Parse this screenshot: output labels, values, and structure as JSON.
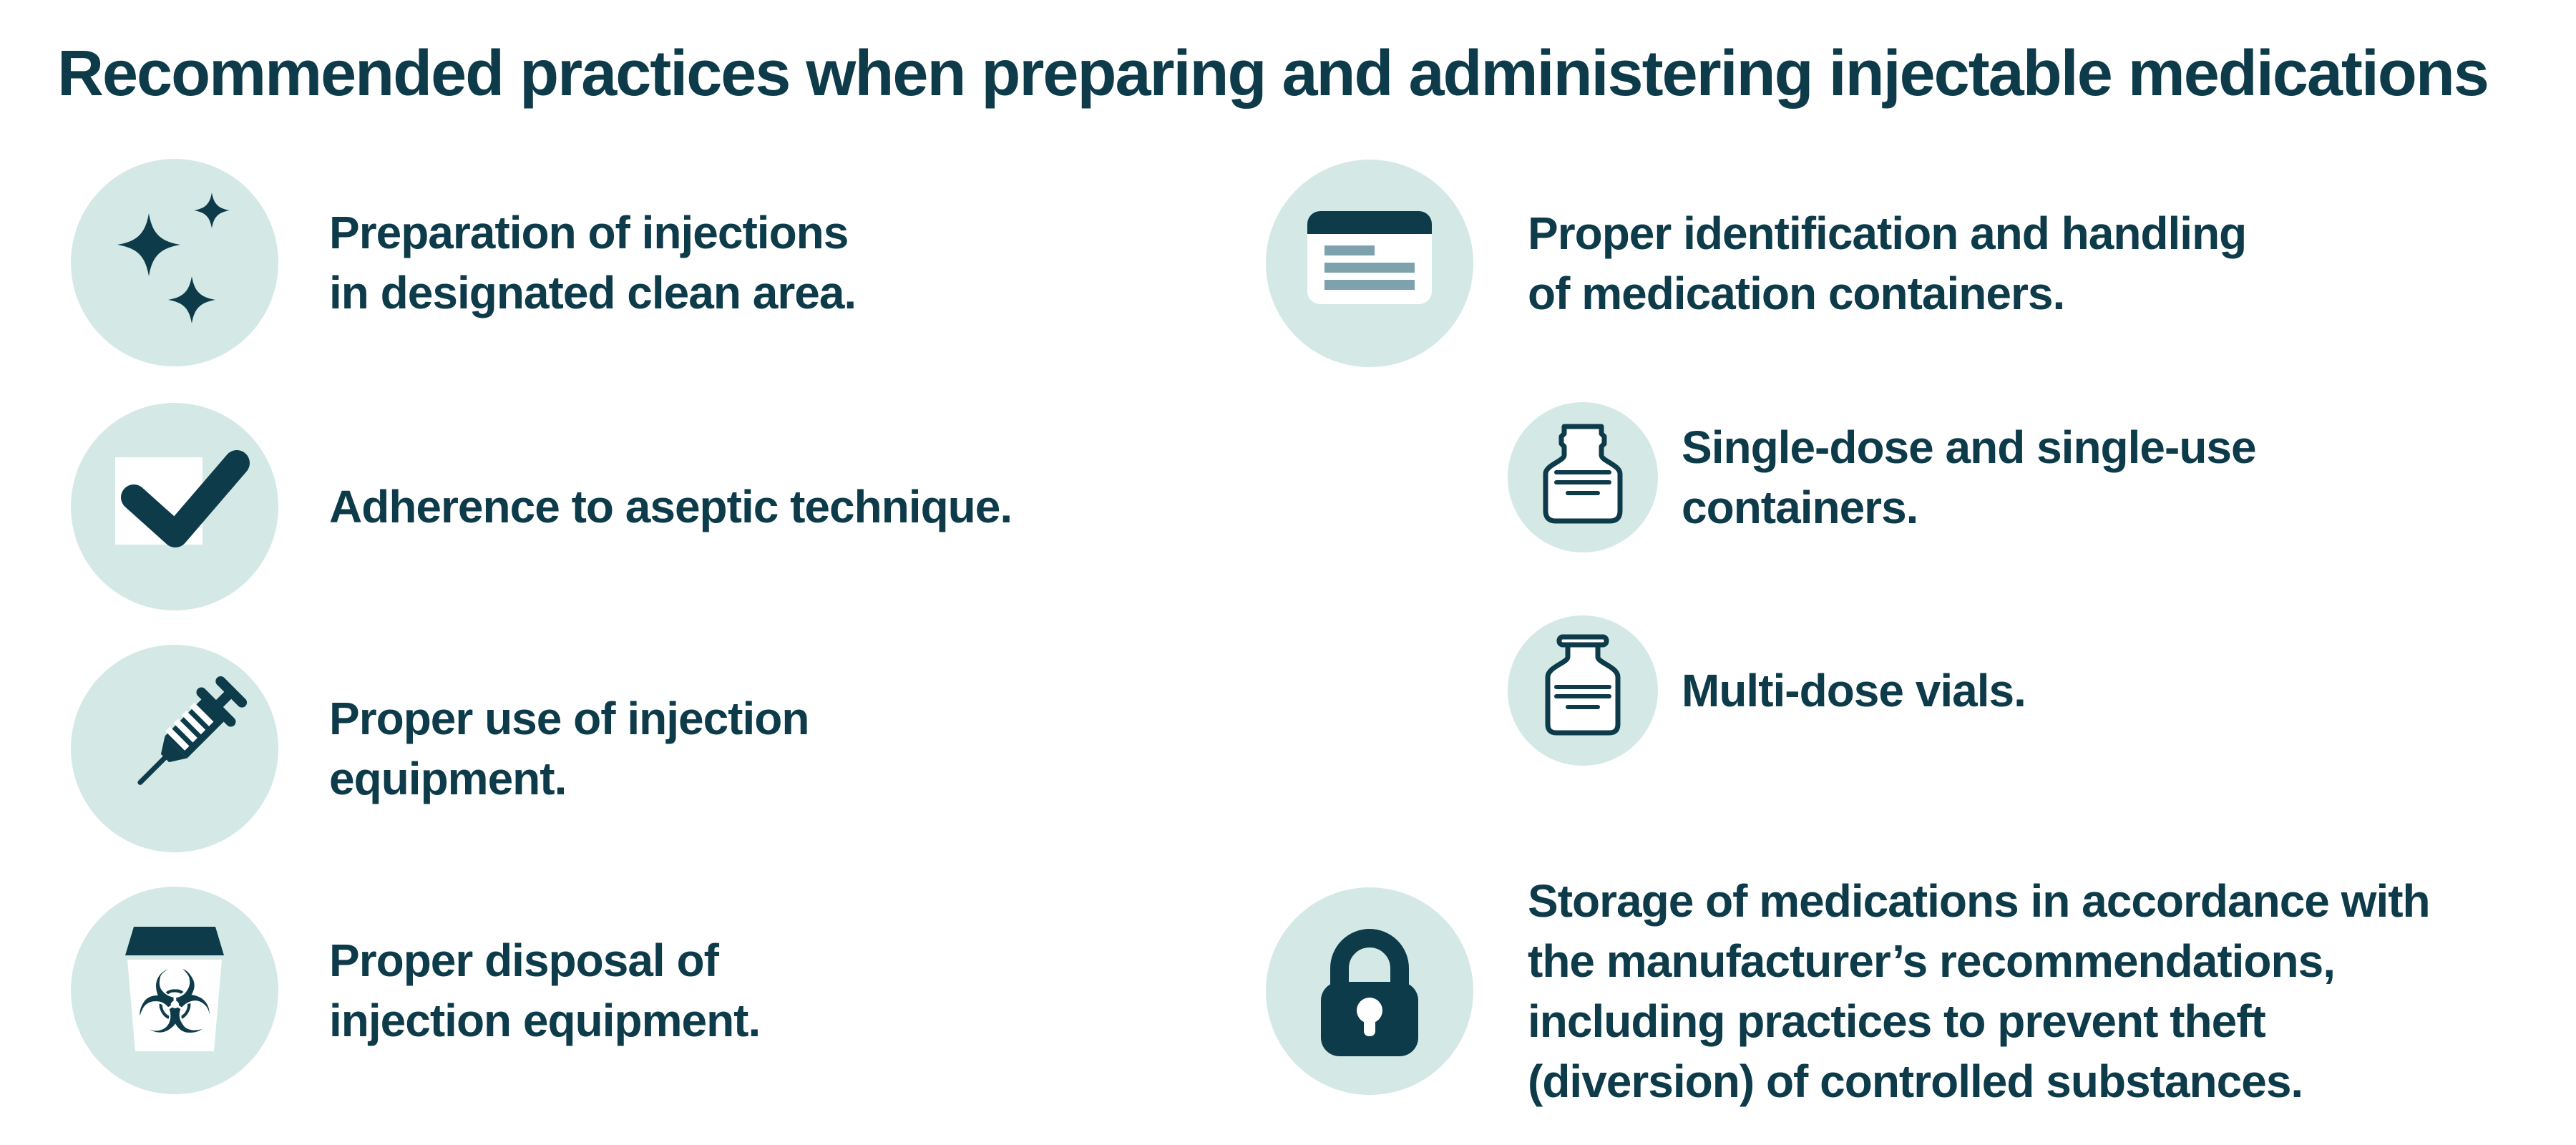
{
  "title": "Recommended practices when preparing and administering injectable medications",
  "colors": {
    "accent_dark_teal": "#0d3b4a",
    "icon_circle_bg": "#d4e9e6",
    "label_line_gray": "#7da1ad",
    "background": "#ffffff"
  },
  "left_column": {
    "items": [
      {
        "icon": "sparkles-icon",
        "lines": [
          "Preparation of injections",
          "in designated clean area."
        ]
      },
      {
        "icon": "checkbox-check-icon",
        "lines": [
          "Adherence to aseptic technique."
        ]
      },
      {
        "icon": "syringe-icon",
        "lines": [
          "Proper use of injection",
          "equipment."
        ]
      },
      {
        "icon": "sharps-disposal-icon",
        "lines": [
          "Proper disposal of",
          "injection equipment."
        ]
      }
    ]
  },
  "right_column": {
    "items": [
      {
        "icon": "medication-label-icon",
        "lines": [
          "Proper identification and handling",
          "of medication containers."
        ]
      },
      {
        "icon": "single-dose-container-icon",
        "lines": [
          "Single-dose and single-use",
          "containers."
        ]
      },
      {
        "icon": "multi-dose-vial-icon",
        "lines": [
          "Multi-dose vials."
        ]
      },
      {
        "icon": "lock-icon",
        "lines": [
          "Storage of medications in accordance with",
          "the manufacturer’s recommendations,",
          "including practices to prevent theft",
          "(diversion) of controlled substances."
        ]
      }
    ]
  }
}
